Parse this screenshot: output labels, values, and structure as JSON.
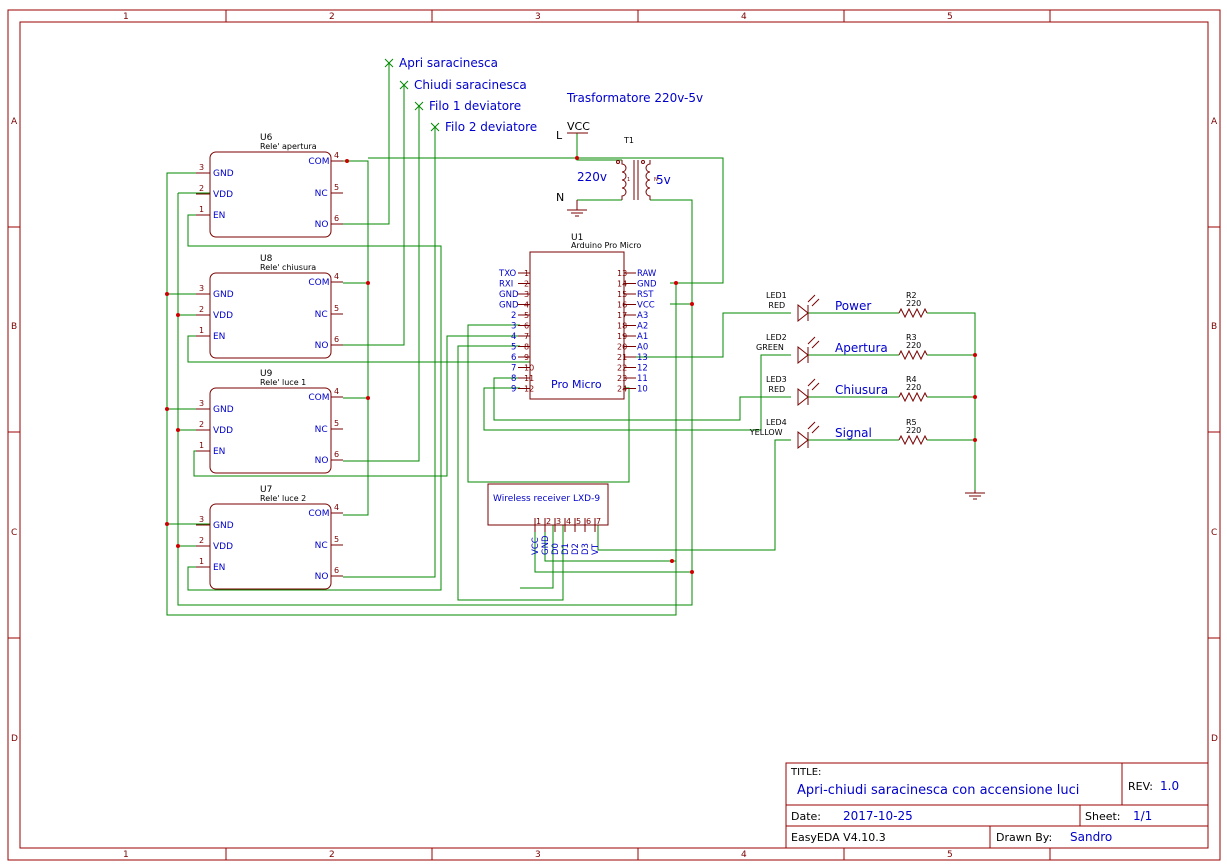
{
  "frame": {
    "cols": [
      "1",
      "2",
      "3",
      "4",
      "5"
    ],
    "rows": [
      "A",
      "B",
      "C",
      "D"
    ]
  },
  "netflags": [
    "Apri saracinesca",
    "Chiudi saracinesca",
    "Filo 1 deviatore",
    "Filo 2 deviatore"
  ],
  "transformer": {
    "title": "Trasformatore 220v-5v",
    "designator": "T1",
    "vcc": "VCC",
    "l": "L",
    "n": "N",
    "primary": "220v",
    "secondary": "5v",
    "pin_a": "1",
    "pin_b": "N"
  },
  "relays": [
    {
      "designator": "U6",
      "name": "Rele' apertura",
      "pins_left": [
        {
          "num": "3",
          "name": "GND"
        },
        {
          "num": "2",
          "name": "VDD"
        },
        {
          "num": "1",
          "name": "EN"
        }
      ],
      "pins_right": [
        {
          "num": "4",
          "name": "COM"
        },
        {
          "num": "5",
          "name": "NC"
        },
        {
          "num": "6",
          "name": "NO"
        }
      ]
    },
    {
      "designator": "U8",
      "name": "Rele' chiusura",
      "pins_left": [
        {
          "num": "3",
          "name": "GND"
        },
        {
          "num": "2",
          "name": "VDD"
        },
        {
          "num": "1",
          "name": "EN"
        }
      ],
      "pins_right": [
        {
          "num": "4",
          "name": "COM"
        },
        {
          "num": "5",
          "name": "NC"
        },
        {
          "num": "6",
          "name": "NO"
        }
      ]
    },
    {
      "designator": "U9",
      "name": "Rele' luce 1",
      "pins_left": [
        {
          "num": "3",
          "name": "GND"
        },
        {
          "num": "2",
          "name": "VDD"
        },
        {
          "num": "1",
          "name": "EN"
        }
      ],
      "pins_right": [
        {
          "num": "4",
          "name": "COM"
        },
        {
          "num": "5",
          "name": "NC"
        },
        {
          "num": "6",
          "name": "NO"
        }
      ]
    },
    {
      "designator": "U7",
      "name": "Rele' luce 2",
      "pins_left": [
        {
          "num": "3",
          "name": "GND"
        },
        {
          "num": "2",
          "name": "VDD"
        },
        {
          "num": "1",
          "name": "EN"
        }
      ],
      "pins_right": [
        {
          "num": "4",
          "name": "COM"
        },
        {
          "num": "5",
          "name": "NC"
        },
        {
          "num": "6",
          "name": "NO"
        }
      ]
    }
  ],
  "arduino": {
    "designator": "U1",
    "name": "Arduino Pro Micro",
    "body_label": "Pro Micro",
    "left_pins": [
      {
        "num": "1",
        "name": "TXO"
      },
      {
        "num": "2",
        "name": "RXI"
      },
      {
        "num": "3",
        "name": "GND"
      },
      {
        "num": "4",
        "name": "GND"
      },
      {
        "num": "5",
        "name": "2"
      },
      {
        "num": "6",
        "name": "3"
      },
      {
        "num": "7",
        "name": "4"
      },
      {
        "num": "8",
        "name": "5"
      },
      {
        "num": "9",
        "name": "6"
      },
      {
        "num": "10",
        "name": "7"
      },
      {
        "num": "11",
        "name": "8"
      },
      {
        "num": "12",
        "name": "9"
      }
    ],
    "right_pins": [
      {
        "num": "13",
        "name": "RAW"
      },
      {
        "num": "14",
        "name": "GND"
      },
      {
        "num": "15",
        "name": "RST"
      },
      {
        "num": "16",
        "name": "VCC"
      },
      {
        "num": "17",
        "name": "A3"
      },
      {
        "num": "18",
        "name": "A2"
      },
      {
        "num": "19",
        "name": "A1"
      },
      {
        "num": "20",
        "name": "A0"
      },
      {
        "num": "21",
        "name": "13"
      },
      {
        "num": "22",
        "name": "12"
      },
      {
        "num": "23",
        "name": "11"
      },
      {
        "num": "24",
        "name": "10"
      }
    ]
  },
  "receiver": {
    "name": "Wireless receiver LXD-9",
    "pins": [
      {
        "num": "1",
        "name": "VCC"
      },
      {
        "num": "2",
        "name": "GND"
      },
      {
        "num": "3",
        "name": "D0"
      },
      {
        "num": "4",
        "name": "D1"
      },
      {
        "num": "5",
        "name": "D2"
      },
      {
        "num": "6",
        "name": "D3"
      },
      {
        "num": "7",
        "name": "VT"
      }
    ]
  },
  "leds": [
    {
      "designator": "LED1",
      "color": "RED",
      "label": "Power",
      "res": "R2",
      "value": "220"
    },
    {
      "designator": "LED2",
      "color": "GREEN",
      "label": "Apertura",
      "res": "R3",
      "value": "220"
    },
    {
      "designator": "LED3",
      "color": "RED",
      "label": "Chiusura",
      "res": "R4",
      "value": "220"
    },
    {
      "designator": "LED4",
      "color": "YELLOW",
      "label": "Signal",
      "res": "R5",
      "value": "220"
    }
  ],
  "title_block": {
    "title_label": "TITLE:",
    "title": "Apri-chiudi saracinesca con accensione luci",
    "rev_label": "REV:",
    "rev": "1.0",
    "date_label": "Date:",
    "date": "2017-10-25",
    "sheet_label": "Sheet:",
    "sheet": "1/1",
    "tool": "EasyEDA V4.10.3",
    "drawn_label": "Drawn By:",
    "drawn": "Sandro"
  }
}
